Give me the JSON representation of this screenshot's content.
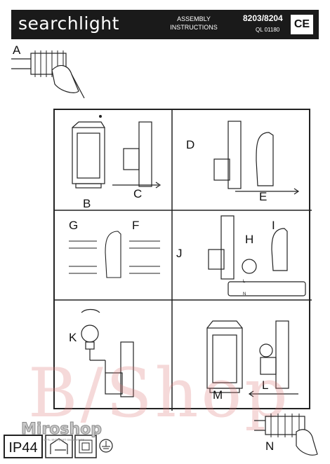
{
  "header": {
    "brand": "searchlight",
    "assembly_line1": "ASSEMBLY",
    "assembly_line2": "INSTRUCTIONS",
    "model": "8203/8204",
    "ql": "QL 01180",
    "ce_mark": "CE"
  },
  "labels": {
    "A": "A",
    "B": "B",
    "C": "C",
    "D": "D",
    "E": "E",
    "F": "F",
    "G": "G",
    "H": "H",
    "I": "I",
    "J": "J",
    "K": "K",
    "L": "L",
    "M": "M",
    "N": "N"
  },
  "terminal": {
    "L": "L",
    "N": "N"
  },
  "footer": {
    "ip_rating": "IP44",
    "watermark_large": "B/Shop",
    "watermark_brand": "Miroshop",
    "watermark_sub": "сеть интернет-магазинов"
  },
  "icons": [
    "double-insulation-icon",
    "mounting-surface-icon",
    "earth-icon",
    "ce-mark"
  ]
}
